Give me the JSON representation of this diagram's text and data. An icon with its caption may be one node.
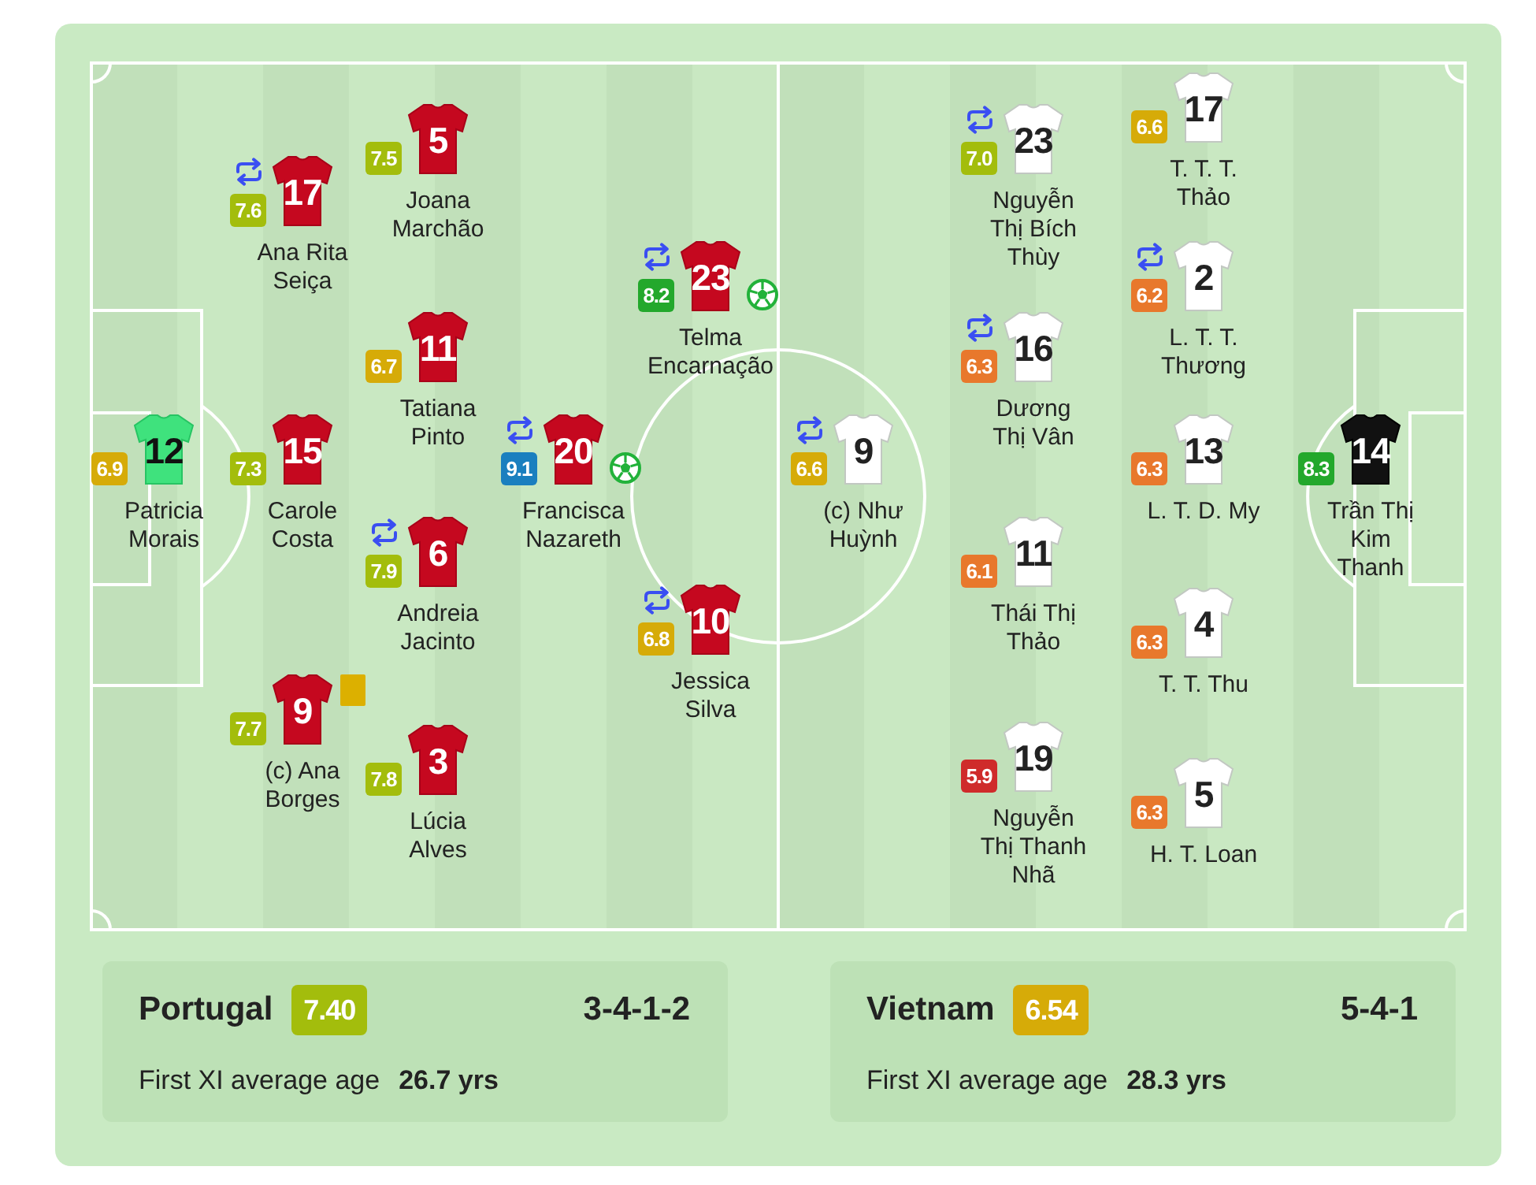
{
  "diagram": {
    "nodes": [
      {
        "text": [
          "12"
        ],
        "beside": [
          "6.9",
          "Patricia Morais"
        ]
      },
      {
        "text": [
          "17"
        ],
        "beside": [
          "7.6",
          "Ana Rita Seiça"
        ]
      },
      {
        "text": [
          "15"
        ],
        "beside": [
          "7.3",
          "Carole Costa"
        ]
      },
      {
        "text": [
          "9"
        ],
        "beside": [
          "7.7",
          "(c) Ana Borges"
        ]
      },
      {
        "text": [
          "5"
        ],
        "beside": [
          "7.5",
          "Joana Marchão"
        ]
      },
      {
        "text": [
          "11"
        ],
        "beside": [
          "6.7",
          "Tatiana Pinto"
        ]
      },
      {
        "text": [
          "6"
        ],
        "beside": [
          "7.9",
          "Andreia Jacinto"
        ]
      },
      {
        "text": [
          "3"
        ],
        "beside": [
          "7.8",
          "Lúcia Alves"
        ]
      },
      {
        "text": [
          "20"
        ],
        "beside": [
          "9.1",
          "Francisca Nazareth"
        ]
      },
      {
        "text": [
          "23"
        ],
        "beside": [
          "8.2",
          "Telma Encarnação"
        ]
      },
      {
        "text": [
          "10"
        ],
        "beside": [
          "6.8",
          "Jessica Silva"
        ]
      },
      {
        "text": [
          "9"
        ],
        "beside": [
          "6.6",
          "(c) Như Huỳnh"
        ]
      },
      {
        "text": [
          "23"
        ],
        "beside": [
          "7.0",
          "Nguyễn Thị Bích Thùy"
        ]
      },
      {
        "text": [
          "16"
        ],
        "beside": [
          "6.3",
          "Dương Thị Vân"
        ]
      },
      {
        "text": [
          "11"
        ],
        "beside": [
          "6.1",
          "Thái Thị Thảo"
        ]
      },
      {
        "text": [
          "19"
        ],
        "beside": [
          "5.9",
          "Nguyễn Thị Thanh Nhã"
        ]
      },
      {
        "text": [
          "17"
        ],
        "beside": [
          "6.6",
          "T. T. T. Thảo"
        ]
      },
      {
        "text": [
          "2"
        ],
        "beside": [
          "6.2",
          "L. T. T. Thương"
        ]
      },
      {
        "text": [
          "13"
        ],
        "beside": [
          "6.3",
          "L. T. D. My"
        ]
      },
      {
        "text": [
          "4"
        ],
        "beside": [
          "6.3",
          "T. T. Thu"
        ]
      },
      {
        "text": [
          "5"
        ],
        "beside": [
          "6.3",
          "H. T. Loan"
        ]
      },
      {
        "text": [
          "14"
        ],
        "beside": [
          "8.3",
          "Trần Thị Kim Thanh"
        ]
      },
      {
        "text": [
          "Portugal",
          "3-4-1-2",
          "First XI average age",
          "26.7 yrs"
        ]
      },
      {
        "text": [
          "7.40"
        ],
        "in": 22
      },
      {
        "text": [
          "Vietnam",
          "5-4-1",
          "First XI average age",
          "28.3 yrs"
        ]
      },
      {
        "text": [
          "6.54"
        ],
        "in": 24
      }
    ]
  }
}
